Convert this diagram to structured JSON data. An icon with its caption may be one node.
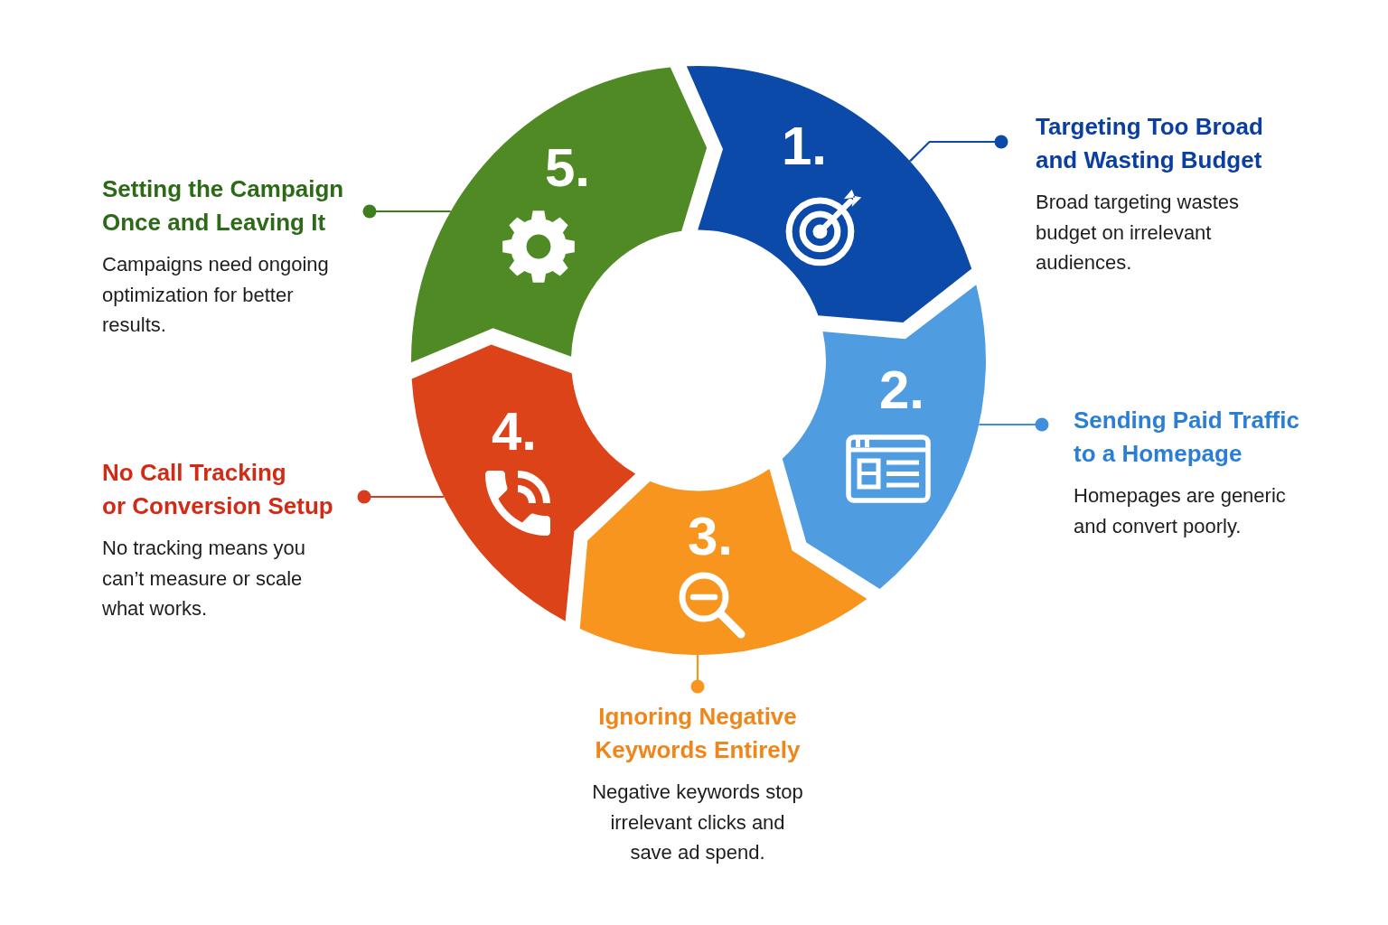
{
  "diagram": {
    "nodes": [
      {
        "text": [
          "1."
        ]
      },
      {
        "text": [
          "2."
        ]
      },
      {
        "text": [
          "3."
        ]
      },
      {
        "text": [
          "4."
        ]
      },
      {
        "text": [
          "5."
        ]
      },
      {
        "text": [
          "Targeting Too Broad and Wasting Budget",
          "Broad targeting wastes budget on irrelevant audiences."
        ]
      },
      {
        "text": [
          "Sending Paid Traffic to a Homepage",
          "Homepages are generic and convert poorly."
        ]
      },
      {
        "text": [
          "Ignoring Negative Keywords Entirely",
          "Negative keywords stop irrelevant clicks and save ad spend."
        ]
      },
      {
        "text": [
          "No Call Tracking or Conversion Setup",
          "No tracking means you can’t measure or scale what works."
        ]
      },
      {
        "text": [
          "Setting the Campaign Once and Leaving It",
          "Campaigns need ongoing optimization for better results."
        ]
      }
    ],
    "edges": [
      {
        "from": 0,
        "to": 5,
        "arrow": "other",
        "color": "#0b4aa9"
      },
      {
        "from": 1,
        "to": 6,
        "arrow": "other",
        "color": "#3f8fdd"
      },
      {
        "from": 2,
        "to": 7,
        "arrow": "other",
        "color": "#f7951e"
      },
      {
        "from": 3,
        "to": 8,
        "arrow": "other",
        "color": "#dc3a1e"
      },
      {
        "from": 4,
        "to": 9,
        "arrow": "other",
        "color": "#3f7e1f"
      }
    ]
  }
}
